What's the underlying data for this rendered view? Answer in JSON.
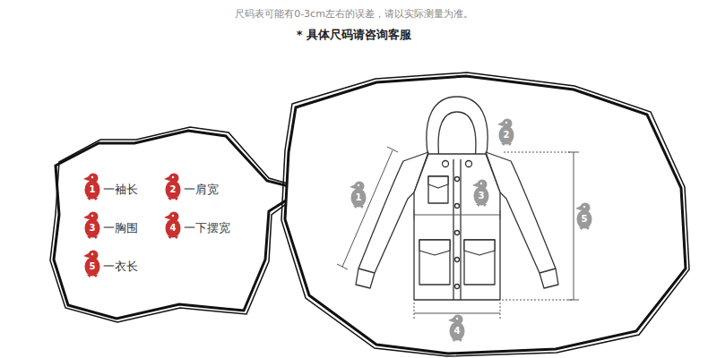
{
  "diagram": {
    "title": "* 具体尺码请咨询客服",
    "labels": [
      "尺码表可能有0-3cm左右的误差，请以实际测量为准。",
      "1",
      "2",
      "3",
      "4",
      "5",
      "2",
      "1",
      "3",
      "5",
      "4"
    ],
    "legend": [
      {
        "text": "一袖长"
      },
      {
        "text": "一肩宽"
      },
      {
        "text": "一胸围"
      },
      {
        "text": "一下摆宽"
      },
      {
        "text": "一衣长"
      }
    ]
  }
}
